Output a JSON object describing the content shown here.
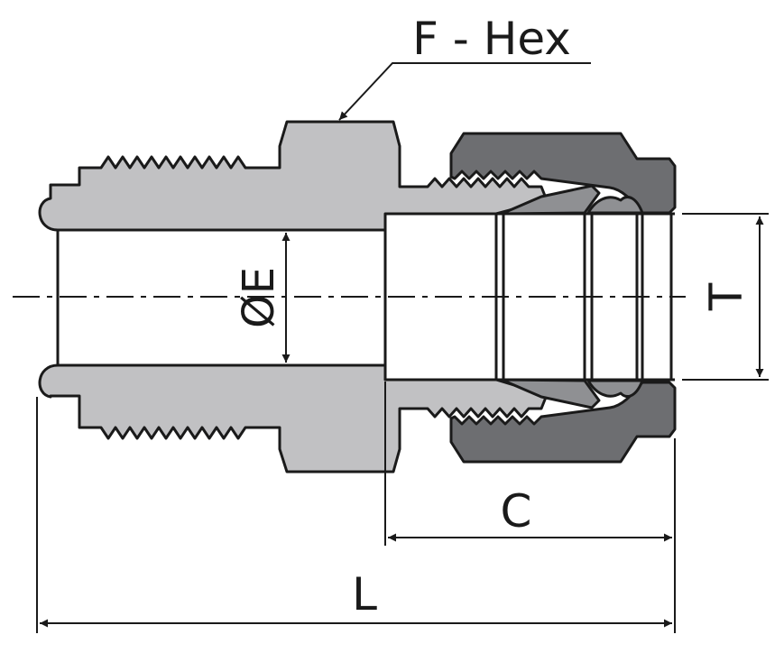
{
  "labels": {
    "hex": "F - Hex",
    "bore": "ØE",
    "tube_od": "T",
    "nut_length": "C",
    "overall_length": "L"
  },
  "colors": {
    "body": "#c1c1c3",
    "nut": "#6d6e71",
    "ferrule": "#8f9093",
    "outline": "#1a1a1a",
    "background": "#ffffff"
  }
}
